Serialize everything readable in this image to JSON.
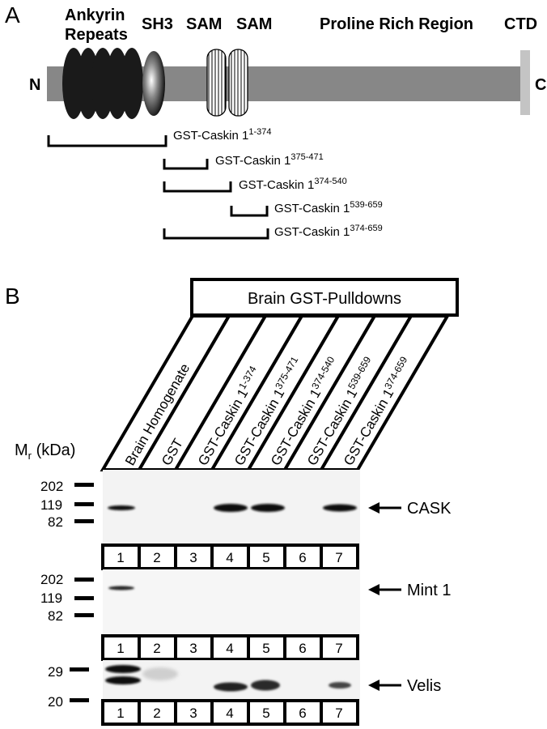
{
  "panel_a": {
    "label": "A",
    "domains": {
      "ankyrin_line1": "Ankyrin",
      "ankyrin_line2": "Repeats",
      "sh3": "SH3",
      "sam1": "SAM",
      "sam2": "SAM",
      "proline": "Proline Rich Region",
      "ctd": "CTD"
    },
    "n_term": "N",
    "c_term": "C",
    "constructs": [
      {
        "name": "GST-Caskin 1",
        "range": "1-374"
      },
      {
        "name": "GST-Caskin 1",
        "range": "375-471"
      },
      {
        "name": "GST-Caskin 1",
        "range": "374-540"
      },
      {
        "name": "GST-Caskin 1",
        "range": "539-659"
      },
      {
        "name": "GST-Caskin 1",
        "range": "374-659"
      }
    ]
  },
  "panel_b": {
    "label": "B",
    "header": "Brain GST-Pulldowns",
    "mr_label": "M",
    "mr_sub": "r",
    "mr_unit": " (kDa)",
    "lanes": [
      {
        "name": "Brain Homogenate",
        "range": ""
      },
      {
        "name": "GST",
        "range": ""
      },
      {
        "name": "GST-Caskin 1",
        "range": "1-374"
      },
      {
        "name": "GST-Caskin 1",
        "range": "375-471"
      },
      {
        "name": "GST-Caskin 1",
        "range": "374-540"
      },
      {
        "name": "GST-Caskin 1",
        "range": "539-659"
      },
      {
        "name": "GST-Caskin 1",
        "range": "374-659"
      }
    ],
    "lane_numbers": [
      "1",
      "2",
      "3",
      "4",
      "5",
      "6",
      "7"
    ],
    "blots": [
      {
        "target": "CASK",
        "markers": [
          "202",
          "119",
          "82"
        ]
      },
      {
        "target": "Mint 1",
        "markers": [
          "202",
          "119",
          "82"
        ]
      },
      {
        "target": "Velis",
        "markers": [
          "29",
          "20"
        ]
      }
    ]
  }
}
